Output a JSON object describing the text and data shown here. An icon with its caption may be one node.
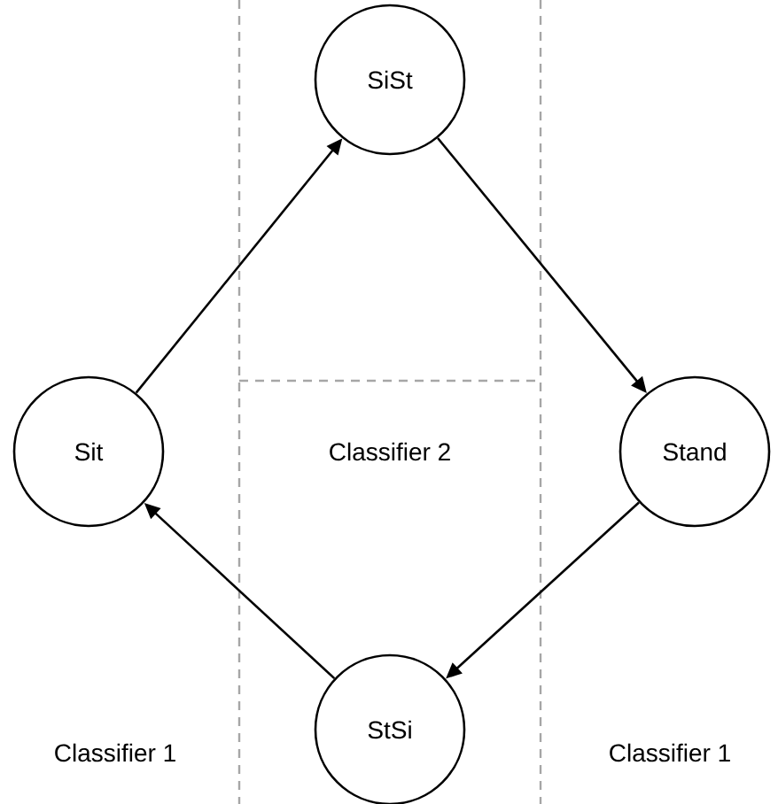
{
  "diagram": {
    "nodes": [
      {
        "text": [
          "SiSt"
        ]
      },
      {
        "text": [
          "Sit"
        ]
      },
      {
        "text": [
          "Stand"
        ]
      },
      {
        "text": [
          "StSi"
        ]
      }
    ],
    "edges": [
      {
        "from": 1,
        "to": 0,
        "arrow": "to"
      },
      {
        "from": 0,
        "to": 2,
        "arrow": "to"
      },
      {
        "from": 2,
        "to": 3,
        "arrow": "to"
      },
      {
        "from": 3,
        "to": 1,
        "arrow": "to"
      }
    ],
    "labels": [
      "Classifier 2",
      "Classifier 1",
      "Classifier 1"
    ]
  }
}
